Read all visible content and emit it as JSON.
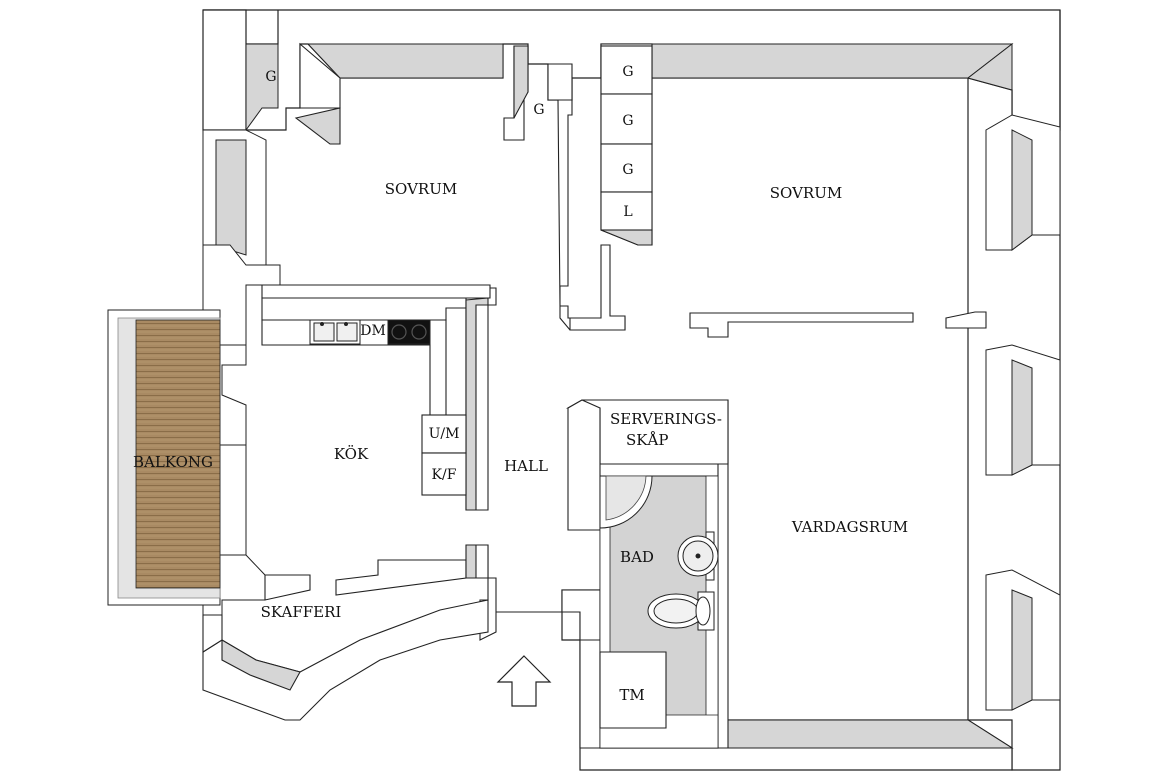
{
  "rooms": {
    "sovrum_left": "SOVRUM",
    "sovrum_right": "SOVRUM",
    "kok": "KÖK",
    "hall": "HALL",
    "vardagsrum": "VARDAGSRUM",
    "bad": "BAD",
    "balkong": "BALKONG",
    "skafferi": "SKAFFERI",
    "serveringsskap_line1": "SERVERINGS-",
    "serveringsskap_line2": "SKÅP",
    "tm": "TM"
  },
  "fixtures": {
    "g_left": "G",
    "g_hall": "G",
    "closet_1": "G",
    "closet_2": "G",
    "closet_3": "G",
    "closet_4": "L",
    "dm": "DM",
    "um": "U/M",
    "kf": "K/F"
  },
  "colors": {
    "wall_fill": "#ffffff",
    "wall_stroke": "#222222",
    "wall_shade": "#d6d6d6",
    "balcony_wood": "#a98a63",
    "bathroom_floor": "#d3d3d3",
    "stove": "#111111"
  },
  "icons": {
    "entrance": "up-arrow-icon"
  }
}
